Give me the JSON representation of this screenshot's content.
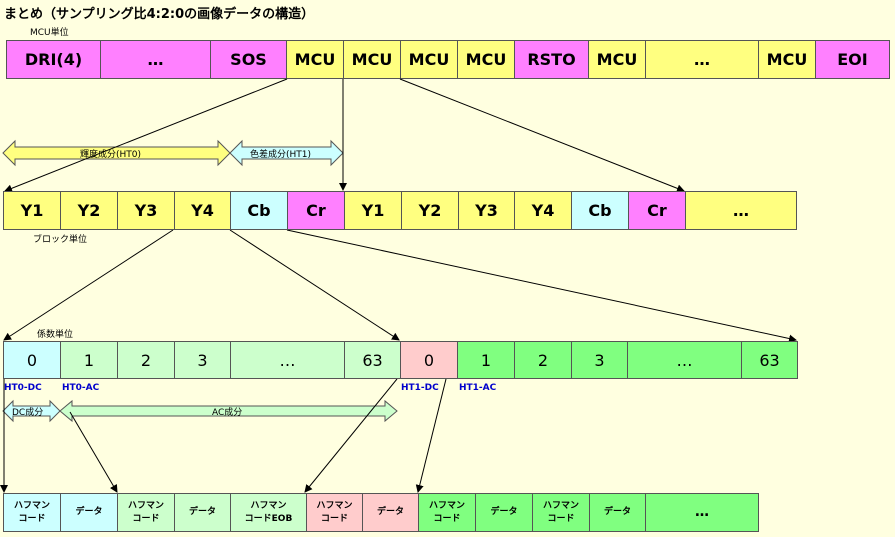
{
  "title": "まとめ（サンプリング比4:2:0の画像データの構造）",
  "labels": {
    "mcu_unit": "MCU単位",
    "block_unit": "ブロック単位",
    "coef_unit": "係数単位",
    "luma": "輝度成分(HT0)",
    "chroma": "色差成分(HT1)",
    "dc": "DC成分",
    "ac": "AC成分",
    "ht0_dc": "HT0-DC",
    "ht0_ac": "HT0-AC",
    "ht1_dc": "HT1-DC",
    "ht1_ac": "HT1-AC"
  },
  "row1": [
    "DRI(4)",
    "…",
    "SOS",
    "MCU",
    "MCU",
    "MCU",
    "MCU",
    "RSTO",
    "MCU",
    "…",
    "MCU",
    "EOI"
  ],
  "row2": [
    "Y1",
    "Y2",
    "Y3",
    "Y4",
    "Cb",
    "Cr",
    "Y1",
    "Y2",
    "Y3",
    "Y4",
    "Cb",
    "Cr",
    "…"
  ],
  "row3": [
    "0",
    "1",
    "2",
    "3",
    "…",
    "63",
    "0",
    "1",
    "2",
    "3",
    "…",
    "63"
  ],
  "row4": {
    "huffman_code_1": "ハフマン",
    "huffman_code_2": "コード",
    "data": "データ",
    "eob_1": "ハフマン",
    "eob_2": "コードEOB",
    "ellipsis": "…"
  }
}
